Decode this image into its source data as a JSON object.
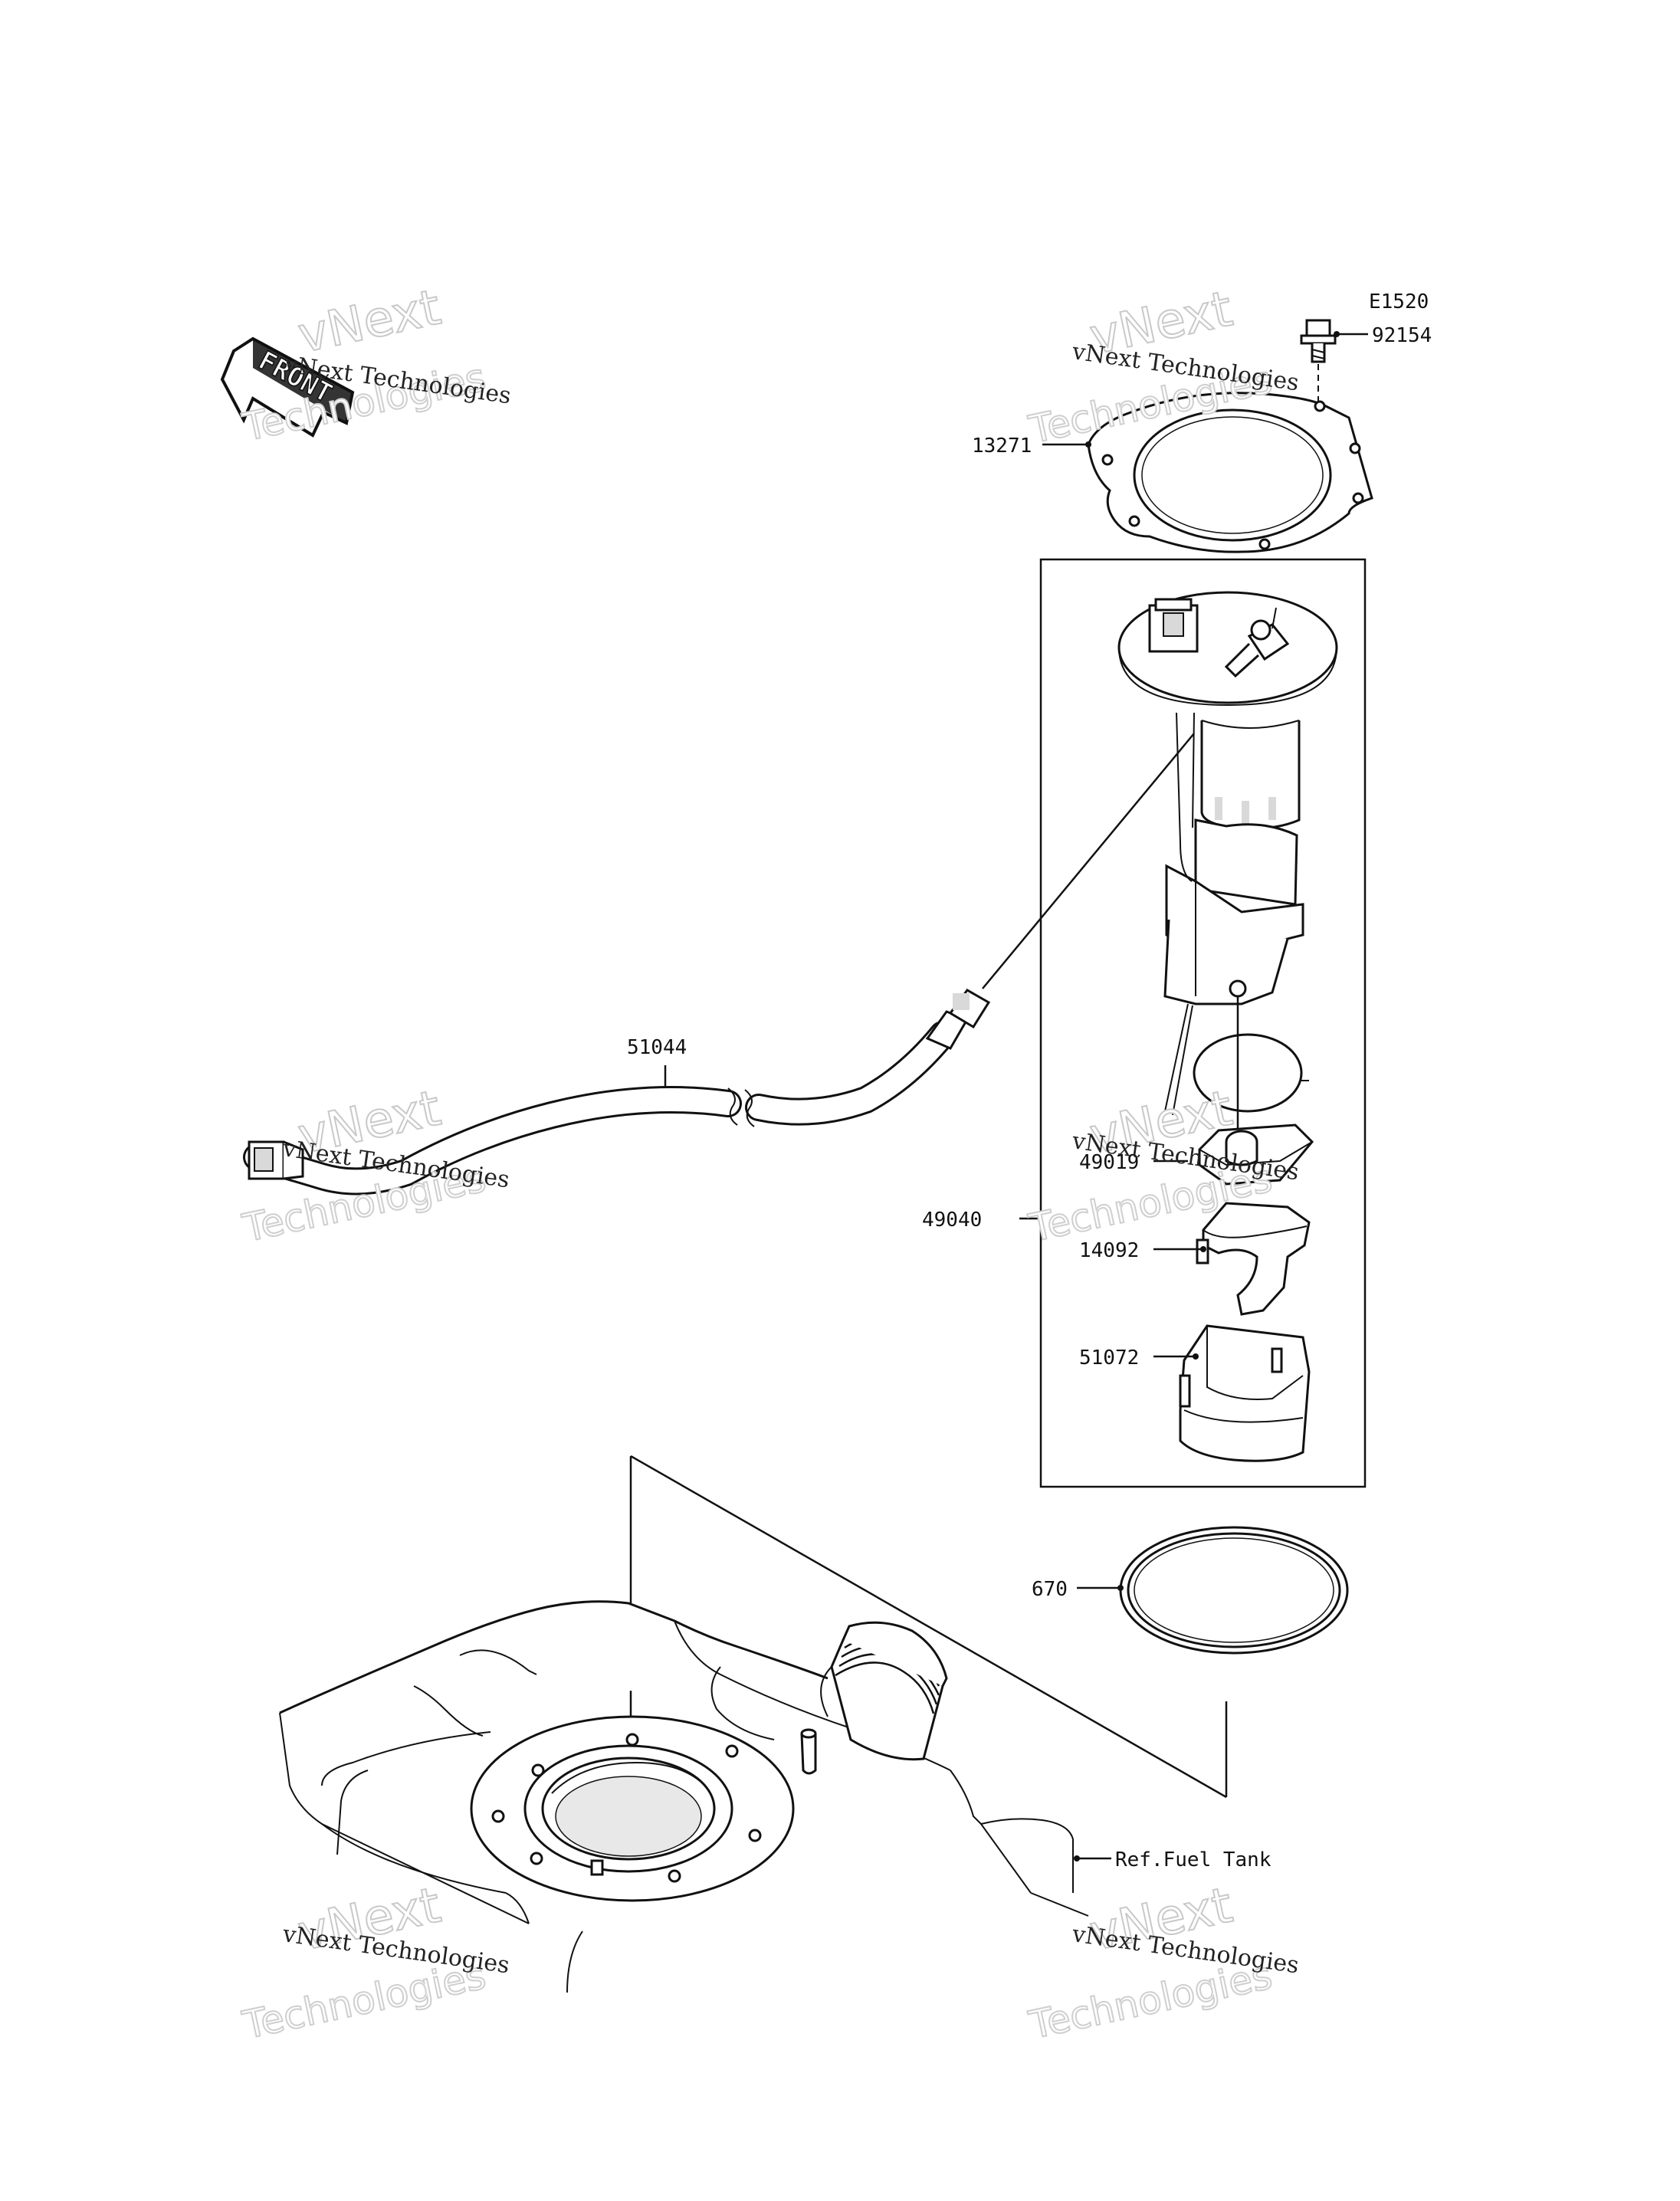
{
  "diagram": {
    "header_code": "E1520",
    "front_arrow": "FRONT",
    "labels": {
      "p92154": "92154",
      "p13271": "13271",
      "p51044": "51044",
      "p49019": "49019",
      "p49040": "49040",
      "p14092": "14092",
      "p51072": "51072",
      "p670": "670",
      "ref_fuel_tank": "Ref.Fuel Tank"
    },
    "watermark": {
      "line1": "vNext Technologies",
      "line2": "vNext",
      "line3": "Technologies"
    },
    "colors": {
      "line": "#111111",
      "watermark_outline": "#c9c9c9",
      "shade": "#d9d9d9"
    }
  }
}
